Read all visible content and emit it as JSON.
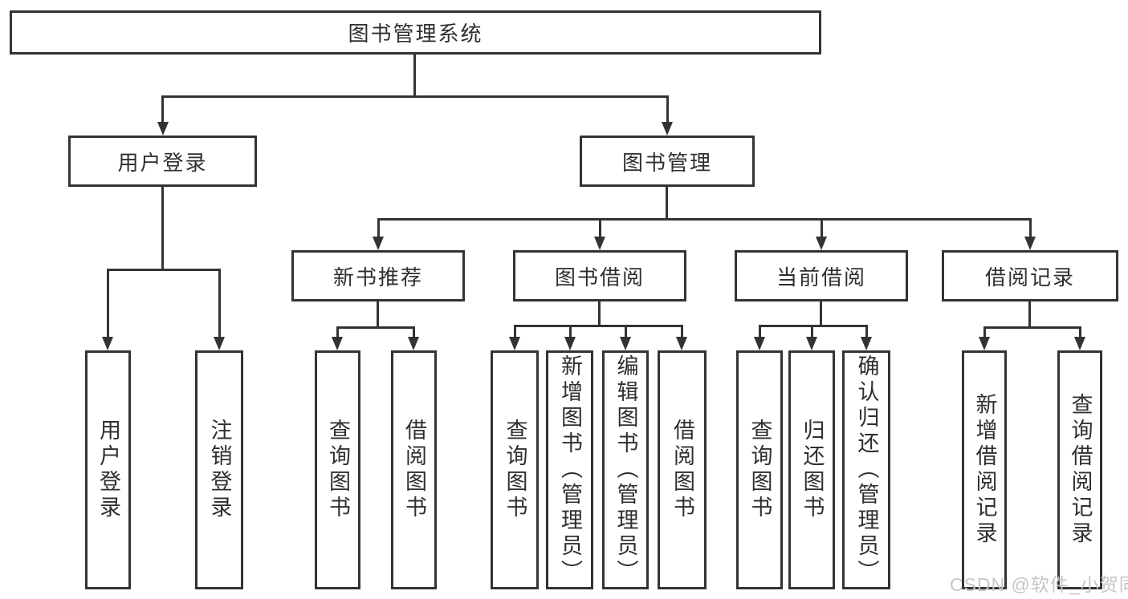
{
  "diagram": {
    "type": "hierarchy-tree",
    "root": {
      "label": "图书管理系统"
    },
    "level2": {
      "user_login": {
        "label": "用户登录"
      },
      "book_management": {
        "label": "图书管理"
      }
    },
    "level3": {
      "new_book_recommend": {
        "label": "新书推荐",
        "parent": "图书管理"
      },
      "book_borrow": {
        "label": "图书借阅",
        "parent": "图书管理"
      },
      "current_borrow": {
        "label": "当前借阅",
        "parent": "图书管理"
      },
      "borrow_records": {
        "label": "借阅记录",
        "parent": "图书管理"
      }
    },
    "leaves": {
      "user_login_leaf": {
        "label": "用户登录",
        "parent": "用户登录"
      },
      "logout_leaf": {
        "label": "注销登录",
        "parent": "用户登录"
      },
      "recommend_query": {
        "label": "查询图书",
        "parent": "新书推荐"
      },
      "recommend_borrow": {
        "label": "借阅图书",
        "parent": "新书推荐"
      },
      "borrow_query": {
        "label": "查询图书",
        "parent": "图书借阅"
      },
      "borrow_add": {
        "label": "新增图书（管理员）",
        "parent": "图书借阅"
      },
      "borrow_edit": {
        "label": "编辑图书（管理员）",
        "parent": "图书借阅"
      },
      "borrow_borrow": {
        "label": "借阅图书",
        "parent": "图书借阅"
      },
      "current_query": {
        "label": "查询图书",
        "parent": "当前借阅"
      },
      "current_return": {
        "label": "归还图书",
        "parent": "当前借阅"
      },
      "current_confirm": {
        "label": "确认归还（管理员）",
        "parent": "当前借阅"
      },
      "records_add": {
        "label": "新增借阅记录",
        "parent": "借阅记录"
      },
      "records_query": {
        "label": "查询借阅记录",
        "parent": "借阅记录"
      }
    },
    "colors": {
      "line": "#333333",
      "text": "#2f2f2f",
      "background": "#ffffff",
      "watermark": "#c6c6c6"
    }
  },
  "watermark": {
    "text": "CSDN @软件_小贺同学"
  }
}
